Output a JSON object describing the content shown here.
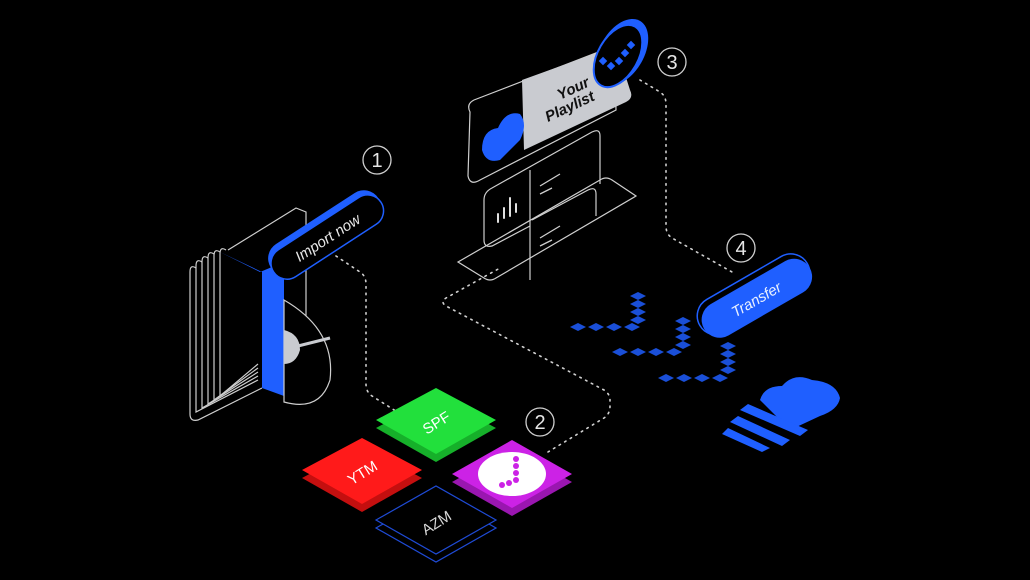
{
  "steps": {
    "step1": "1",
    "step2": "2",
    "step3": "3",
    "step4": "4"
  },
  "import_button": {
    "label": "Import now"
  },
  "playlist_card": {
    "line1": "Your",
    "line2": "Playlist"
  },
  "services": {
    "spf": {
      "label": "SPF",
      "color": "#22e03c"
    },
    "ytm": {
      "label": "YTM",
      "color": "#ff1a1a"
    },
    "azm": {
      "label": "AZM",
      "color": "#000000"
    },
    "deezer": {
      "label": "",
      "color": "#cc22e6"
    }
  },
  "transfer_button": {
    "label": "Transfer"
  },
  "colors": {
    "accent": "#1f5fff",
    "background": "#000000",
    "card": "#c9cbd0"
  }
}
